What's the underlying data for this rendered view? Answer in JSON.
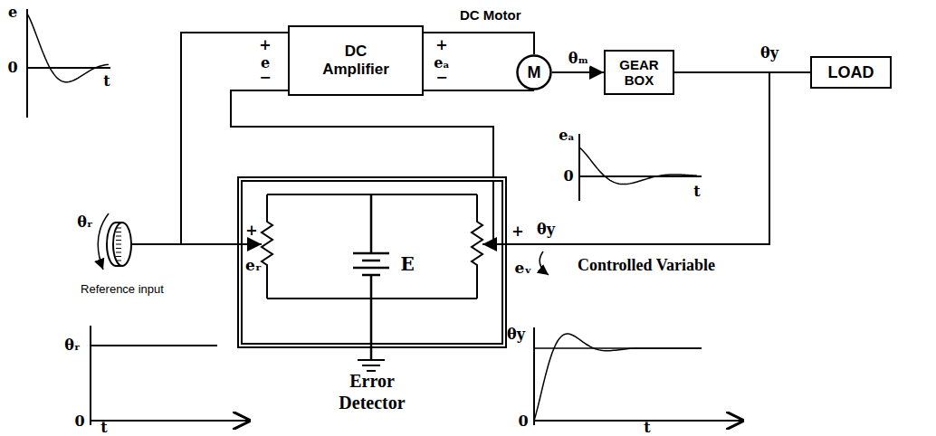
{
  "diagram": {
    "nodes": [
      {
        "text": [
          "DC Amplifier"
        ]
      },
      {
        "text": [
          "DC Motor",
          "M"
        ]
      },
      {
        "text": [
          "GEAR BOX"
        ]
      },
      {
        "text": [
          "LOAD"
        ]
      },
      {
        "text": [
          "Error Detector"
        ]
      }
    ],
    "edges": [
      {
        "from": 0,
        "to": 1,
        "arrow": "none"
      },
      {
        "from": 1,
        "to": 2,
        "arrow": "to",
        "label": "θₘ"
      },
      {
        "from": 2,
        "to": 3,
        "arrow": "none",
        "label": "θy"
      },
      {
        "from": 2,
        "to": 4,
        "arrow": "to"
      },
      {
        "from": 4,
        "to": 0,
        "arrow": "none"
      }
    ],
    "labels": [
      "e",
      "0",
      "t",
      "+",
      "e",
      "−",
      "+",
      "eₐ",
      "−",
      "eₐ",
      "0",
      "t",
      "θᵣ",
      "Reference input",
      "+",
      "eᵣ",
      "E",
      "+",
      "eᵥ",
      "θy",
      "Controlled Variable",
      "θᵣ",
      "0",
      "t",
      "θy",
      "0",
      "t"
    ]
  }
}
